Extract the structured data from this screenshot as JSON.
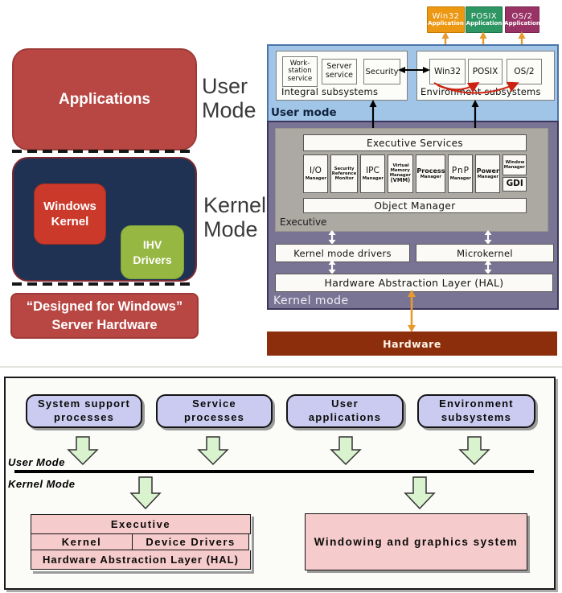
{
  "left": {
    "applications": "Applications",
    "user_mode": "User Mode",
    "kernel_mode": "Kernel Mode",
    "windows_kernel": "Windows Kernel",
    "ihv_drivers": "IHV Drivers",
    "hardware_line1": "“Designed for Windows”",
    "hardware_line2": "Server Hardware"
  },
  "nt": {
    "apps": [
      {
        "title": "Win32",
        "subtitle": "Application"
      },
      {
        "title": "POSIX",
        "subtitle": "Application"
      },
      {
        "title": "OS/2",
        "subtitle": "Application"
      }
    ],
    "user_mode": "User mode",
    "integral": {
      "label": "Integral subsystems",
      "boxes": [
        {
          "lines": [
            "Work-",
            "station",
            "service"
          ]
        },
        {
          "lines": [
            "Server",
            "service"
          ]
        },
        {
          "lines": [
            "Security"
          ]
        }
      ]
    },
    "environment": {
      "label": "Environment subsystems",
      "boxes": [
        "Win32",
        "POSIX",
        "OS/2"
      ]
    },
    "executive_services": "Executive Services",
    "managers": [
      {
        "lines": [
          "I/O",
          "Manager"
        ]
      },
      {
        "lines": [
          "Security",
          "Reference",
          "Monitor"
        ]
      },
      {
        "lines": [
          "IPC",
          "Manager"
        ]
      },
      {
        "lines": [
          "Virtual",
          "Memory",
          "Manager",
          "(VMM)"
        ]
      },
      {
        "lines": [
          "Process",
          "Manager"
        ]
      },
      {
        "lines": [
          "PnP",
          "Manager"
        ]
      },
      {
        "lines": [
          "Power",
          "Manager"
        ]
      }
    ],
    "window_manager": {
      "lines": [
        "Window",
        "Manager"
      ]
    },
    "gdi": "GDI",
    "object_manager": "Object Manager",
    "executive": "Executive",
    "kernel_mode_drivers": "Kernel mode drivers",
    "microkernel": "Microkernel",
    "hal": "Hardware Abstraction Layer (HAL)",
    "kernel_mode": "Kernel mode",
    "hardware": "Hardware"
  },
  "bottom": {
    "boxes": [
      {
        "line1": "System support",
        "line2": "processes"
      },
      {
        "line1": "Service",
        "line2": "processes"
      },
      {
        "line1": "User",
        "line2": "applications"
      },
      {
        "line1": "Environment",
        "line2": "subsystems"
      }
    ],
    "user_mode": "User Mode",
    "kernel_mode": "Kernel Mode",
    "executive": "Executive",
    "kernel": "Kernel",
    "device_drivers": "Device Drivers",
    "hal": "Hardware Abstraction Layer (HAL)",
    "windowing": "Windowing and graphics system"
  },
  "colors": {
    "left_red": "#B84743",
    "left_navy": "#1F3254",
    "kernel_red": "#CB392A",
    "ihv_green": "#96B742",
    "win32_orange": "#ED9813",
    "posix_green": "#2E9663",
    "os2_maroon": "#993366",
    "user_mode_blue": "#A1C5E7",
    "kernel_mode_purple": "#7A7494",
    "executive_gray": "#ACA9A3",
    "hardware_brown": "#8C2E0B",
    "arrow_orange": "#E89A2E",
    "arrow_red": "#CC2211",
    "lavender": "#CBCBF1",
    "pink": "#F5CBCB",
    "green_arrow": "#D9F3CE"
  }
}
